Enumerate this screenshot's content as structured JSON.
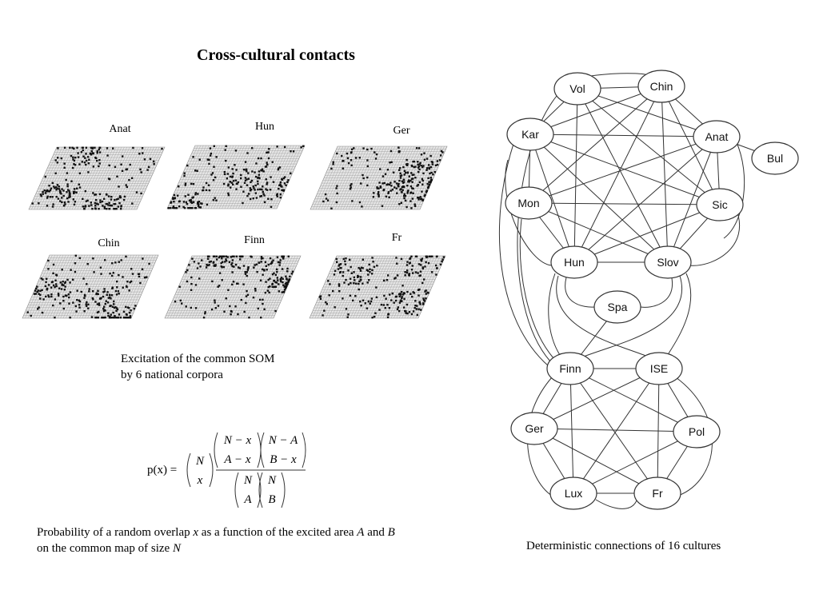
{
  "title": "Cross-cultural contacts",
  "som_maps": [
    {
      "label": "Anat"
    },
    {
      "label": "Hun"
    },
    {
      "label": "Ger"
    },
    {
      "label": "Chin"
    },
    {
      "label": "Finn"
    },
    {
      "label": "Fr"
    }
  ],
  "som_caption_line1": "Excitation of the common SOM",
  "som_caption_line2": "by 6 national corpora",
  "formula": {
    "lhs": "p(x) =",
    "binom_main": [
      "N",
      "x"
    ],
    "num1": [
      "N − x",
      "A − x"
    ],
    "num2": [
      "N − A",
      "B − x"
    ],
    "den1": [
      "N",
      "A"
    ],
    "den2": [
      "N",
      "B"
    ]
  },
  "prob_caption": {
    "l1_a": "Probability of a random overlap ",
    "l1_x": "x",
    "l1_b": " as a function of the excited area ",
    "l1_A": "A",
    "l1_c": " and ",
    "l1_B": "B",
    "l2_a": "on the common map of size ",
    "l2_N": "N"
  },
  "graph": {
    "nodes": [
      {
        "id": "vol",
        "label": "Vol"
      },
      {
        "id": "chin",
        "label": "Chin"
      },
      {
        "id": "kar",
        "label": "Kar"
      },
      {
        "id": "anat",
        "label": "Anat"
      },
      {
        "id": "bul",
        "label": "Bul"
      },
      {
        "id": "mon",
        "label": "Mon"
      },
      {
        "id": "sic",
        "label": "Sic"
      },
      {
        "id": "hun",
        "label": "Hun"
      },
      {
        "id": "slov",
        "label": "Slov"
      },
      {
        "id": "spa",
        "label": "Spa"
      },
      {
        "id": "finn",
        "label": "Finn"
      },
      {
        "id": "ise",
        "label": "ISE"
      },
      {
        "id": "ger",
        "label": "Ger"
      },
      {
        "id": "pol",
        "label": "Pol"
      },
      {
        "id": "lux",
        "label": "Lux"
      },
      {
        "id": "fr",
        "label": "Fr"
      }
    ],
    "caption": "Deterministic connections of 16 cultures"
  }
}
